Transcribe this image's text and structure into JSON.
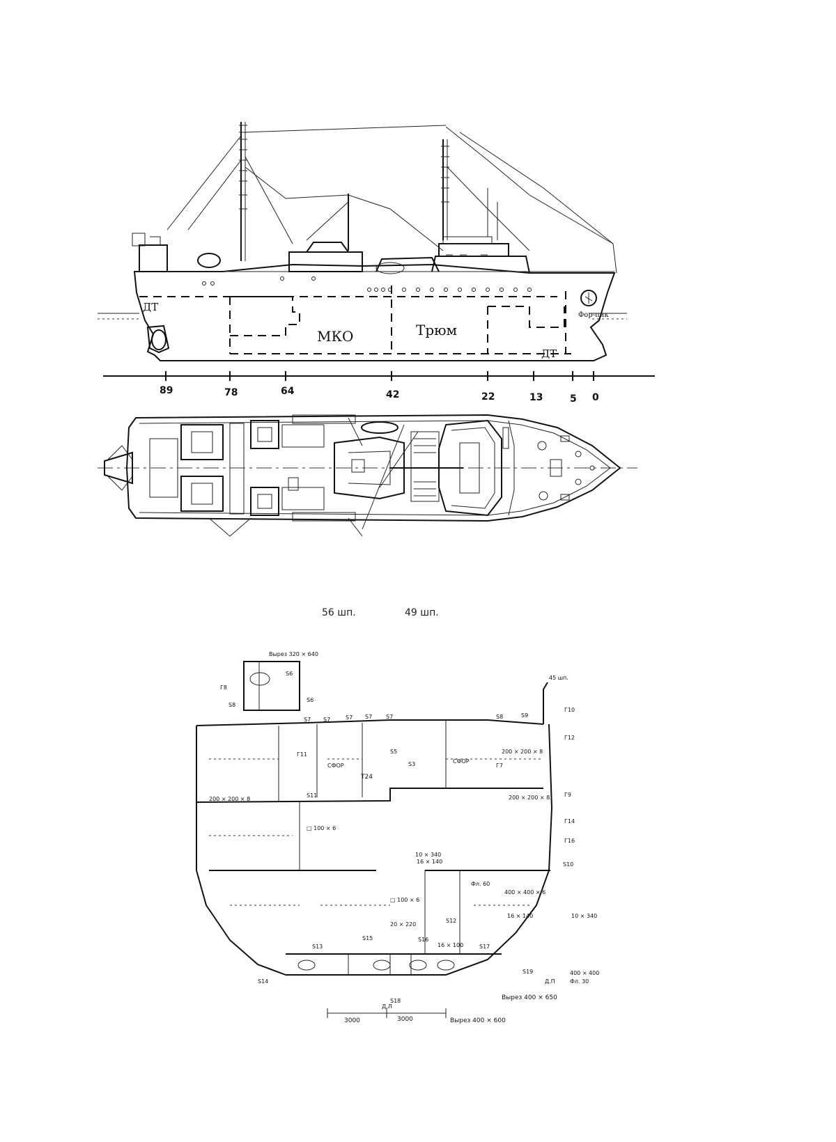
{
  "profile": {
    "compartments": [
      "ДТ",
      "МКО",
      "Трюм",
      "ДТ",
      "Фор-пик"
    ],
    "frames": [
      "89",
      "78",
      "64",
      "42",
      "22",
      "13",
      "5",
      "0"
    ]
  },
  "section": {
    "left_caption": "56 шп.",
    "right_caption": "49 шп.",
    "cutout_top": "Вырез 320 × 640",
    "cutout_bottom": "Вырез 400 × 650",
    "cutout_keel": "Вырез 400 × 600",
    "dim_left": "3000",
    "dim_right": "3000",
    "labels": [
      "S6",
      "S6",
      "S8",
      "S7",
      "S7",
      "S7",
      "S7",
      "S7",
      "S8",
      "S9",
      "S10",
      "S11",
      "S12",
      "S14",
      "S16",
      "S18",
      "S15",
      "S19",
      "S5",
      "S3",
      "S13",
      "S17",
      "Г10",
      "Г12",
      "Г14",
      "Г16",
      "Г11",
      "Г8",
      "Г9",
      "Г7",
      "Д.Л",
      "Д.П"
    ],
    "note_plates": [
      "200 × 200 × 8",
      "200 × 200 × 8",
      "200 × 200 × 8",
      "400 × 400 × 6",
      "10 × 340",
      "16 × 140",
      "□ 100 × 6",
      "□ 100 × 6",
      "20 × 220",
      "16 × 100",
      "16 × 140",
      "10 × 340"
    ],
    "deck_labels": [
      "СФОР",
      "СФОР",
      "Т24"
    ],
    "misc": [
      "45 шп.",
      "400 × 400",
      "Фл. 30",
      "Фл. 60"
    ]
  }
}
